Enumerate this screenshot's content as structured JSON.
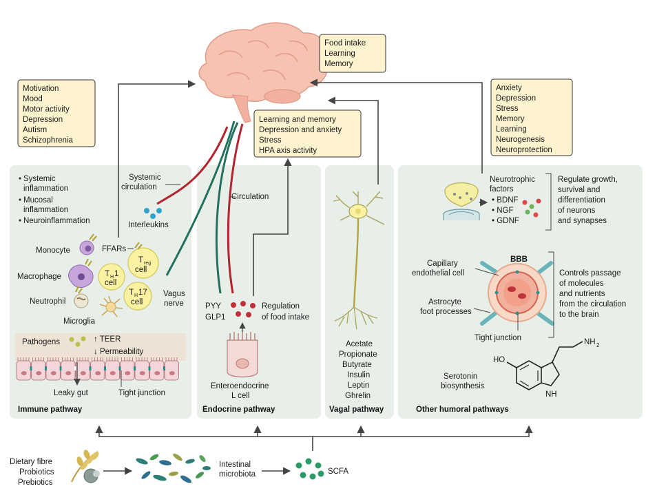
{
  "brain_box": [
    "Food intake",
    "Learning",
    "Memory"
  ],
  "left_box": [
    "Motivation",
    "Mood",
    "Motor activity",
    "Depression",
    "Autism",
    "Schizophrenia"
  ],
  "endocrine_box": [
    "Learning and memory",
    "Depression and anxiety",
    "Stress",
    "HPA axis activity"
  ],
  "right_box": [
    "Anxiety",
    "Depression",
    "Stress",
    "Memory",
    "Learning",
    "Neurogenesis",
    "Neuroprotection"
  ],
  "immune": {
    "effects": [
      "Systemic",
      "inflammation",
      "Mucosal",
      "inflammation",
      "Neuroinflammation"
    ],
    "systemic_circulation": [
      "Systemic",
      "circulation"
    ],
    "interleukins": "Interleukins",
    "ffars": "FFARs",
    "monocyte": "Monocyte",
    "macrophage": "Macrophage",
    "neutrophil": "Neutrophil",
    "microglia": "Microglia",
    "treg": "T",
    "treg_sub": "reg",
    "treg_line2": "cell",
    "th1": "T",
    "th1_sub": "H",
    "th1_num": "1",
    "th1_line2": "cell",
    "th17": "T",
    "th17_sub": "H",
    "th17_num": "17",
    "th17_line2": "cell",
    "vagus": [
      "Vagus",
      "nerve"
    ],
    "pathogens": "Pathogens",
    "teer": "↑ TEER",
    "permeability": "↓ Permeability",
    "leaky_gut": "Leaky gut",
    "tight_junction": "Tight junction",
    "title": "Immune pathway"
  },
  "endocrine": {
    "circulation": "Circulation",
    "hormones": [
      "PYY",
      "GLP1"
    ],
    "regulation": [
      "Regulation",
      "of food intake"
    ],
    "cell": [
      "Enteroendocrine",
      "L cell"
    ],
    "title": "Endocrine pathway"
  },
  "vagal": {
    "metabolites": [
      "Acetate",
      "Propionate",
      "Butyrate",
      "Insulin",
      "Leptin",
      "Ghrelin"
    ],
    "title": "Vagal pathway"
  },
  "humoral": {
    "neurotrophic": [
      "Neurotrophic",
      "factors"
    ],
    "factors": [
      "• BDNF",
      "• NGF",
      "• GDNF"
    ],
    "growth": [
      "Regulate growth,",
      "survival and",
      "differentiation",
      "of neurons",
      "and synapses"
    ],
    "bbb": "BBB",
    "capillary": [
      "Capillary",
      "endothelial cell"
    ],
    "astrocyte": [
      "Astrocyte",
      "foot processes"
    ],
    "tight_junction": "Tight junction",
    "passage": [
      "Controls passage",
      "of molecules",
      "and nutrients",
      "from the circulation",
      "to the brain"
    ],
    "ho": "HO",
    "nh2": "NH",
    "nh2_sub": "2",
    "nh": "NH",
    "serotonin": [
      "Serotonin",
      "biosynthesis"
    ],
    "title": "Other humoral pathways"
  },
  "bottom": {
    "inputs": [
      "Dietary fibre",
      "Probiotics",
      "Prebiotics"
    ],
    "microbiota": [
      "Intestinal",
      "microbiota"
    ],
    "scfa": "SCFA"
  },
  "colors": {
    "panel": "#e8efe9",
    "note": "#fdf3cf",
    "brain": "#f6c3b3",
    "red_path": "#b3242f",
    "green_path": "#24705e",
    "cell_yellow": "#faf2a0",
    "scfa_green": "#2d9b66"
  }
}
